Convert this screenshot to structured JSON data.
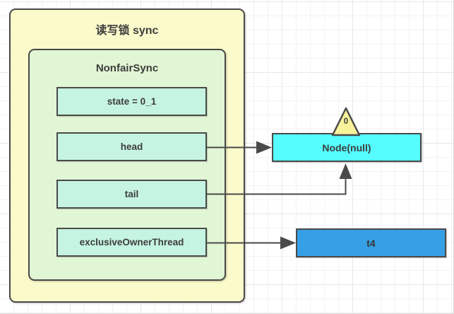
{
  "diagram": {
    "outer_group": {
      "title": "读写锁 sync"
    },
    "inner_group": {
      "title": "NonfairSync"
    },
    "fields": [
      {
        "name": "state",
        "label": "state = 0_1"
      },
      {
        "name": "head",
        "label": "head"
      },
      {
        "name": "tail",
        "label": "tail"
      },
      {
        "name": "exclusiveOwnerThread",
        "label": "exclusiveOwnerThread"
      }
    ],
    "node": {
      "label": "Node(null)",
      "badge": "0"
    },
    "thread": {
      "label": "t4"
    },
    "edges": [
      {
        "from": "head",
        "to": "node"
      },
      {
        "from": "tail",
        "to": "node"
      },
      {
        "from": "exclusiveOwnerThread",
        "to": "thread"
      }
    ],
    "colors": {
      "outer_fill": "#fbfacb",
      "inner_fill": "#e1f6d4",
      "field_fill": "#c6f4e2",
      "node_fill": "#55fdff",
      "thread_fill": "#36a0e6",
      "badge_fill": "#f8f29b",
      "border": "#4a4a4a",
      "text": "#3d3d3d"
    }
  }
}
